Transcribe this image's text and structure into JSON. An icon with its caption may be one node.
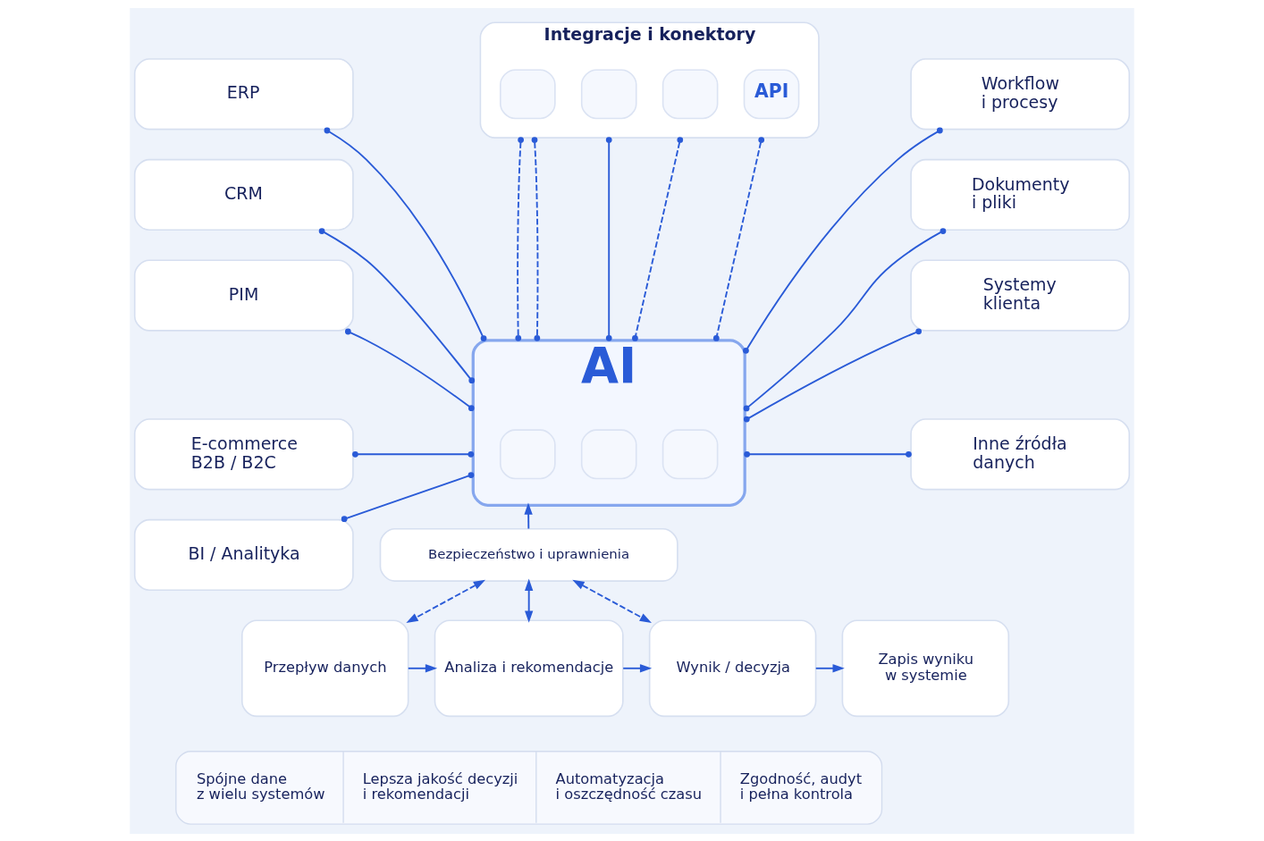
{
  "diagram": {
    "nodes": [
      {
        "text": [
          "ERP"
        ]
      },
      {
        "text": [
          "CRM"
        ]
      },
      {
        "text": [
          "PIM"
        ]
      },
      {
        "text": [
          "E-commerce B2B / B2C"
        ]
      },
      {
        "text": [
          "BI / Analityka"
        ]
      },
      {
        "text": [
          "Integracje i konektory"
        ]
      },
      {
        "text": [],
        "shape": "box",
        "in": 5
      },
      {
        "text": [],
        "shape": "box",
        "in": 5
      },
      {
        "text": [],
        "shape": "box",
        "in": 5
      },
      {
        "text": [
          "API"
        ],
        "in": 5
      },
      {
        "text": [
          "AI"
        ]
      },
      {
        "text": [],
        "shape": "box",
        "in": 10
      },
      {
        "text": [],
        "shape": "box",
        "in": 10
      },
      {
        "text": [],
        "shape": "box",
        "in": 10
      },
      {
        "text": [
          "Workflow i procesy"
        ]
      },
      {
        "text": [
          "Dokumenty i pliki"
        ]
      },
      {
        "text": [
          "Systemy klienta"
        ]
      },
      {
        "text": [
          "Inne źródła danych"
        ]
      },
      {
        "text": [
          "Bezpieczeństwo i uprawnienia"
        ]
      },
      {
        "text": [
          "Przepływ danych"
        ]
      },
      {
        "text": [
          "Analiza i rekomendacje"
        ]
      },
      {
        "text": [
          "Wynik / decyzja"
        ]
      },
      {
        "text": [
          "Zapis wyniku w systemie"
        ]
      },
      {
        "text": [
          "Spójne dane z wielu systemów",
          "Lepsza jakość decyzji i rekomendacji",
          "Automatyzacja i oszczędność czasu",
          "Zgodność, audyt i pełna kontrola"
        ]
      }
    ],
    "edges": [
      {
        "from": 0,
        "to": 10,
        "arrow": "other"
      },
      {
        "from": 1,
        "to": 10,
        "arrow": "other"
      },
      {
        "from": 2,
        "to": 10,
        "arrow": "other"
      },
      {
        "from": 3,
        "to": 10,
        "arrow": "other"
      },
      {
        "from": 4,
        "to": 10,
        "arrow": "other"
      },
      {
        "from": 5,
        "to": 10,
        "arrow": "other",
        "style": "dashed"
      },
      {
        "from": 5,
        "to": 10,
        "arrow": "other",
        "style": "dashed"
      },
      {
        "from": 5,
        "to": 10,
        "arrow": "other"
      },
      {
        "from": 5,
        "to": 10,
        "arrow": "other",
        "style": "dashed"
      },
      {
        "from": 5,
        "to": 10,
        "arrow": "other",
        "style": "dashed"
      },
      {
        "from": 10,
        "to": 14,
        "arrow": "other"
      },
      {
        "from": 10,
        "to": 15,
        "arrow": "other"
      },
      {
        "from": 10,
        "to": 16,
        "arrow": "other"
      },
      {
        "from": 10,
        "to": 17,
        "arrow": "other"
      },
      {
        "from": 18,
        "to": 10,
        "arrow": "to"
      },
      {
        "from": 18,
        "to": 20,
        "arrow": "both"
      },
      {
        "from": 18,
        "to": 19,
        "arrow": "both",
        "style": "dashed"
      },
      {
        "from": 18,
        "to": 21,
        "arrow": "both",
        "style": "dashed"
      },
      {
        "from": 19,
        "to": 20,
        "arrow": "to"
      },
      {
        "from": 20,
        "to": 21,
        "arrow": "to"
      },
      {
        "from": 21,
        "to": 22,
        "arrow": "to"
      }
    ]
  }
}
